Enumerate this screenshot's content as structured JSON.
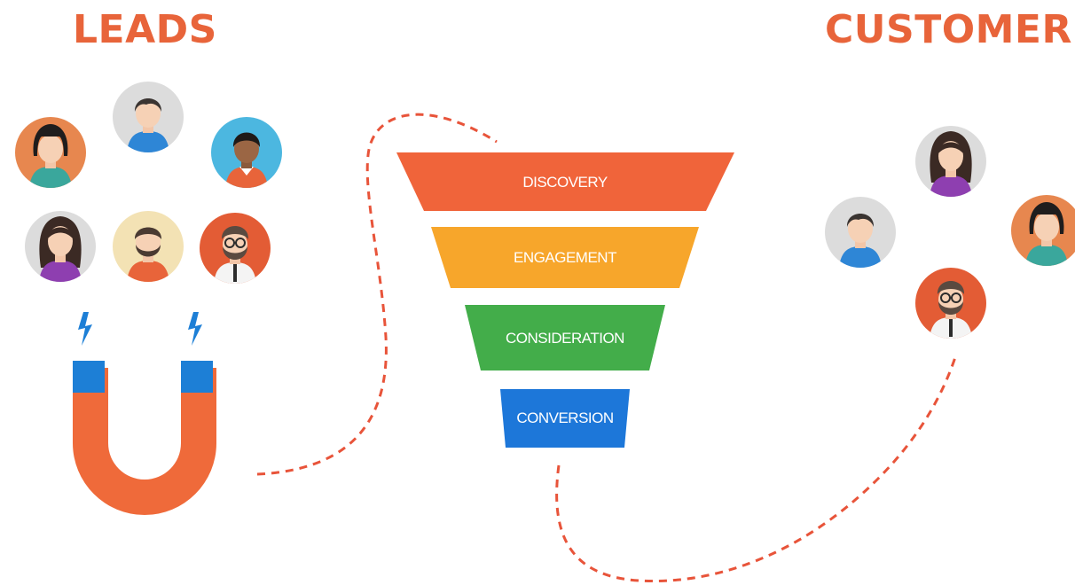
{
  "headings": {
    "leads": "LEADS",
    "customers": "CUSTOMERS"
  },
  "funnel": {
    "stages": [
      {
        "label": "DISCOVERY",
        "color": "#f0643a"
      },
      {
        "label": "ENGAGEMENT",
        "color": "#f7a62b"
      },
      {
        "label": "CONSIDERATION",
        "color": "#43ad4a"
      },
      {
        "label": "CONVERSION",
        "color": "#1d77d9"
      }
    ]
  },
  "colors": {
    "accent": "#e8643a",
    "dashed_path": "#e8543a",
    "magnet_body": "#ef6a3a",
    "magnet_tip": "#1d7fd6",
    "spark": "#1d7fd6"
  },
  "icons": {
    "magnet": "magnet-icon",
    "spark": "lightning-icon",
    "avatar": "person-avatar-icon"
  }
}
